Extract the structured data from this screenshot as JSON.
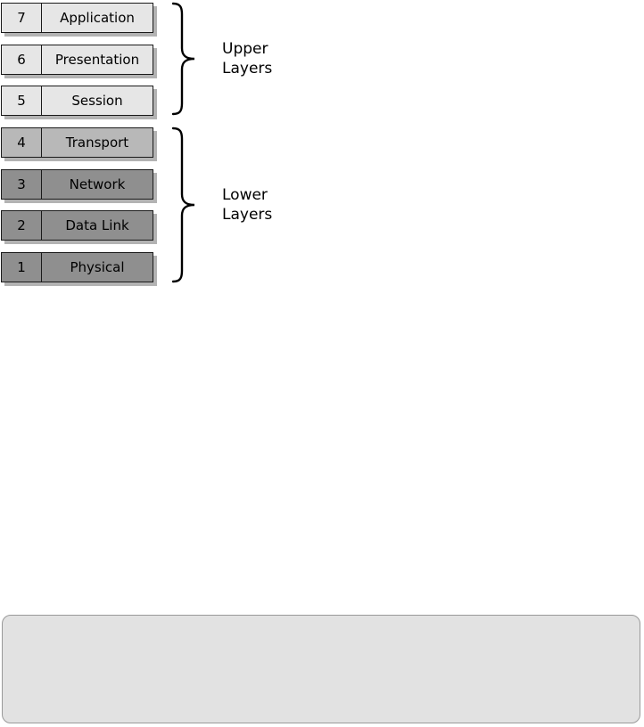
{
  "layers": [
    {
      "num": "7",
      "name": "Application",
      "group": "upper"
    },
    {
      "num": "6",
      "name": "Presentation",
      "group": "upper"
    },
    {
      "num": "5",
      "name": "Session",
      "group": "upper"
    },
    {
      "num": "4",
      "name": "Transport",
      "group": "lower"
    },
    {
      "num": "3",
      "name": "Network",
      "group": "lower"
    },
    {
      "num": "2",
      "name": "Data Link",
      "group": "lower"
    },
    {
      "num": "1",
      "name": "Physical",
      "group": "lower"
    }
  ],
  "groups": {
    "upper": {
      "line1": "Upper",
      "line2": "Layers"
    },
    "lower": {
      "line1": "Lower",
      "line2": "Layers"
    }
  },
  "colors": {
    "upper_fill": "#e6e6e6",
    "transport_fill": "#b8b8b8",
    "lower_fill": "#8f8f8f",
    "panel_fill": "#e2e2e2"
  }
}
